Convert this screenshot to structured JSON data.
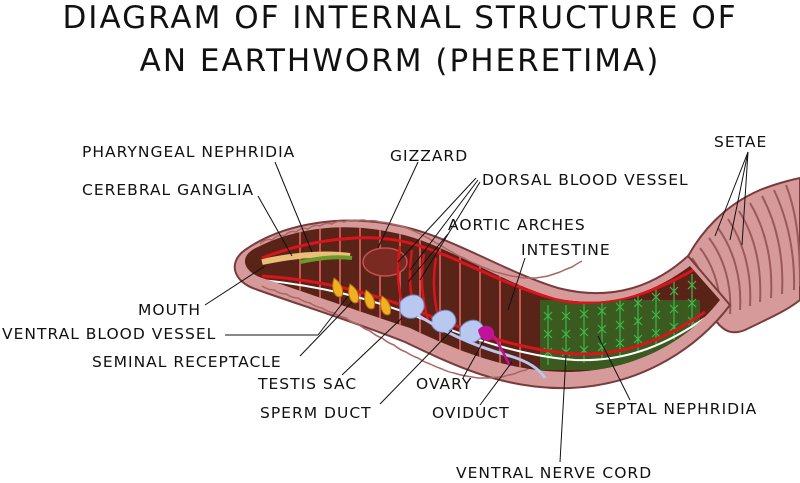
{
  "title": {
    "line1": "DIAGRAM OF INTERNAL STRUCTURE OF",
    "line2": "AN EARTHWORM (PHERETIMA)"
  },
  "labels": {
    "pharyngeal_nephridia": "PHARYNGEAL NEPHRIDIA",
    "cerebral_ganglia": "CEREBRAL GANGLIA",
    "gizzard": "GIZZARD",
    "dorsal_blood_vessel": "DORSAL BLOOD VESSEL",
    "aortic_arches": "AORTIC ARCHES",
    "intestine": "INTESTINE",
    "setae": "SETAE",
    "mouth": "MOUTH",
    "ventral_blood_vessel": "VENTRAL BLOOD VESSEL",
    "seminal_receptacle": "SEMINAL RECEPTACLE",
    "testis_sac": "TESTIS SAC",
    "sperm_duct": "SPERM DUCT",
    "ovary": "OVARY",
    "oviduct": "OVIDUCT",
    "septal_nephridia": "SEPTAL NEPHRIDIA",
    "ventral_nerve_cord": "VENTRAL NERVE CORD"
  },
  "colors": {
    "body_wall": "#d69a9a",
    "body_outline": "#7a3b3b",
    "inner_cavity": "#5a2318",
    "blood_vessel": "#d8141c",
    "septal_nephridia": "#2f9a3a",
    "testis_sac": "#b8c8f0",
    "seminal_receptacle": "#f0b020",
    "ovary": "#c0129a",
    "nerve_cord": "#ffffff"
  }
}
